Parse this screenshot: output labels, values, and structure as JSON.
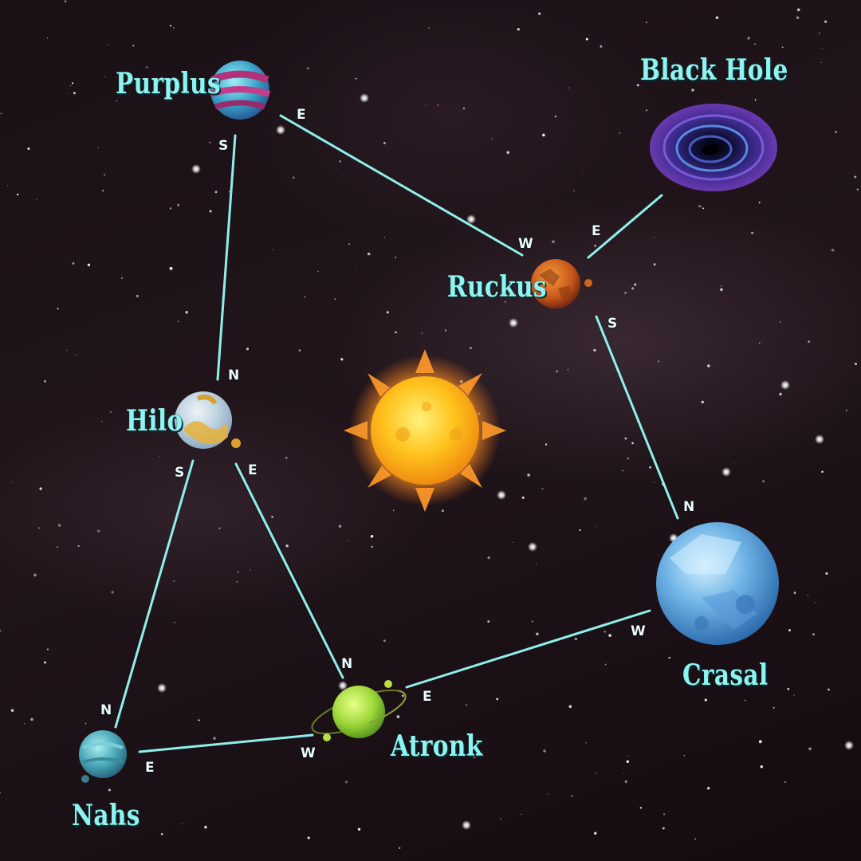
{
  "planets": [
    {
      "id": "purplus",
      "name": "Purplus"
    },
    {
      "id": "black-hole",
      "name": "Black  Hole"
    },
    {
      "id": "ruckus",
      "name": "Ruckus"
    },
    {
      "id": "hilo",
      "name": "Hilo"
    },
    {
      "id": "crasal",
      "name": "Crasal"
    },
    {
      "id": "atronk",
      "name": "Atronk"
    },
    {
      "id": "nahs",
      "name": "Nahs"
    }
  ],
  "connections": [
    {
      "from": "purplus",
      "to": "ruckus",
      "from_dir": "E",
      "to_dir": "W"
    },
    {
      "from": "purplus",
      "to": "hilo",
      "from_dir": "S",
      "to_dir": "N"
    },
    {
      "from": "ruckus",
      "to": "black-hole",
      "from_dir": "E",
      "to_dir": ""
    },
    {
      "from": "ruckus",
      "to": "crasal",
      "from_dir": "S",
      "to_dir": "N"
    },
    {
      "from": "hilo",
      "to": "nahs",
      "from_dir": "S",
      "to_dir": "N"
    },
    {
      "from": "hilo",
      "to": "atronk",
      "from_dir": "E",
      "to_dir": "N"
    },
    {
      "from": "crasal",
      "to": "atronk",
      "from_dir": "W",
      "to_dir": "E"
    },
    {
      "from": "atronk",
      "to": "nahs",
      "from_dir": "W",
      "to_dir": "E"
    }
  ],
  "colors": {
    "route": "#8ef0ec",
    "label": "#8ff3f0",
    "direction": "#e9fbff",
    "sun": "#ffb21f"
  }
}
